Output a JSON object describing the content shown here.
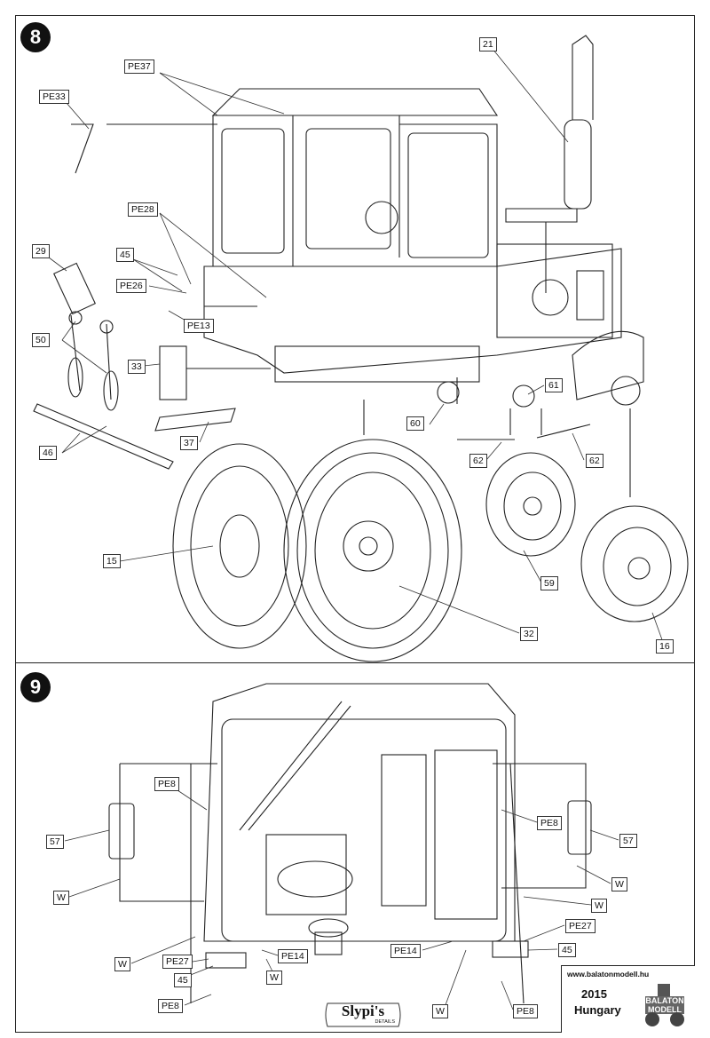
{
  "steps": {
    "step8": "8",
    "step9": "9"
  },
  "labels": {
    "s8": [
      "PE37",
      "PE33",
      "21",
      "PE28",
      "29",
      "45",
      "PE26",
      "50",
      "PE13",
      "33",
      "46",
      "37",
      "60",
      "61",
      "62",
      "62",
      "15",
      "59",
      "32",
      "16"
    ],
    "s9": [
      "PE8",
      "57",
      "W",
      "PE27",
      "45",
      "W",
      "PE14",
      "W",
      "PE8",
      "PE8",
      "57",
      "W",
      "W",
      "PE27",
      "PE14",
      "45",
      "W",
      "PE8"
    ]
  },
  "footer": {
    "url": "www.balatonmodell.hu",
    "year": "2015",
    "country": "Hungary",
    "logo_text_top": "BALATON",
    "logo_text_bottom": "MODELL"
  },
  "brand": {
    "name": "Slypi's",
    "sub": "DETAILS"
  }
}
